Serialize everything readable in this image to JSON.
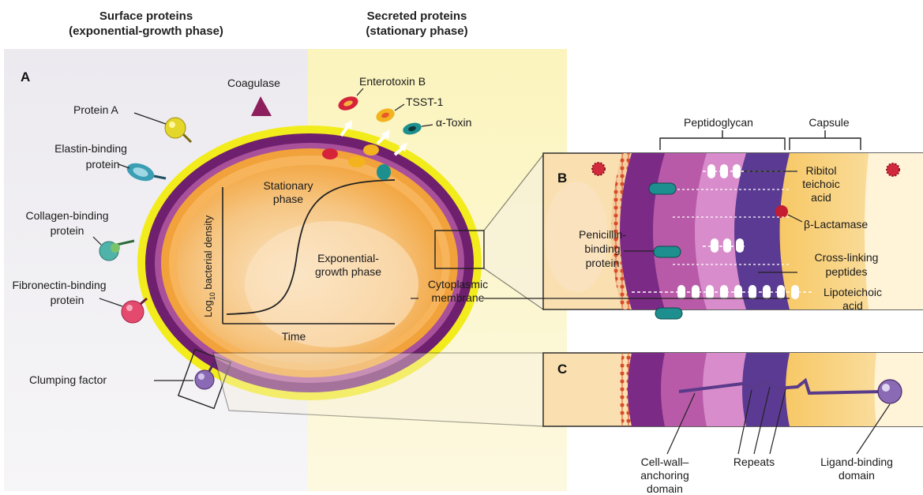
{
  "headers": {
    "surface_line1": "Surface proteins",
    "surface_line2": "(exponential-growth phase)",
    "secreted_line1": "Secreted proteins",
    "secreted_line2": "(stationary phase)"
  },
  "panels": {
    "a": "A",
    "b": "B",
    "c": "C"
  },
  "surface_labels": {
    "protein_a": "Protein A",
    "coagulase": "Coagulase",
    "elastin_1": "Elastin-binding",
    "elastin_2": "protein",
    "collagen_1": "Collagen-binding",
    "collagen_2": "protein",
    "fibronectin_1": "Fibronectin-binding",
    "fibronectin_2": "protein",
    "clumping": "Clumping factor"
  },
  "secreted_labels": {
    "enterotoxin": "Enterotoxin B",
    "tsst": "TSST-1",
    "toxin_alpha": "α",
    "toxin_rest": "-Toxin"
  },
  "graph": {
    "ylabel_pre": "Log",
    "ylabel_sub": "10",
    "ylabel_post": " bacterial density",
    "xlabel": "Time",
    "stationary_1": "Stationary",
    "stationary_2": "phase",
    "exponential_1": "Exponential-",
    "exponential_2": "growth phase"
  },
  "membrane": {
    "line1": "Cytoplasmic",
    "line2": "membrane"
  },
  "wall_labels": {
    "peptidoglycan": "Peptidoglycan",
    "capsule": "Capsule",
    "ribitol_1": "Ribitol",
    "ribitol_2": "teichoic",
    "ribitol_3": "acid",
    "beta_sym": "β",
    "beta_rest": "-Lactamase",
    "pbp_1": "Penicillin-",
    "pbp_2": "binding",
    "pbp_3": "protein",
    "crosslink_1": "Cross-linking",
    "crosslink_2": "peptides",
    "lipo_1": "Lipoteichoic",
    "lipo_2": "acid"
  },
  "anchor_labels": {
    "cellwall_1": "Cell-wall–",
    "cellwall_2": "anchoring",
    "cellwall_3": "domain",
    "repeats": "Repeats",
    "ligand_1": "Ligand-binding",
    "ligand_2": "domain"
  },
  "colors": {
    "left_bg": "#e7e5ea",
    "right_bg": "#fbf6c6",
    "cell_outer": "#f3ec1c",
    "cell_purple": "#6e1f6e",
    "cell_orange": "#f2a23a",
    "cell_core": "#f6c683",
    "wall_purple": "#7b2a86",
    "wall_violet": "#5b3a93",
    "capsule": "#f7c865"
  }
}
